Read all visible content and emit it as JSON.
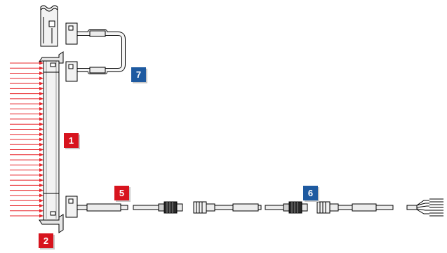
{
  "callouts": [
    {
      "id": "1",
      "label": "1",
      "color": "#d7141e"
    },
    {
      "id": "2",
      "label": "2",
      "color": "#d7141e"
    },
    {
      "id": "5",
      "label": "5",
      "color": "#d7141e"
    },
    {
      "id": "6",
      "label": "6",
      "color": "#1e5aa0"
    },
    {
      "id": "7",
      "label": "7",
      "color": "#1e5aa0"
    }
  ],
  "colors": {
    "beam": "#e8242a",
    "outline": "#000000",
    "part_fill": "#f2f2f2",
    "cable_fill": "#ececec",
    "connector_dark": "#2a2a2a"
  },
  "icons": [
    "light-beam-arrows",
    "light-curtain-bar",
    "mounting-bracket",
    "connector-housing",
    "cable",
    "m12-connector",
    "cable-end-wires"
  ]
}
